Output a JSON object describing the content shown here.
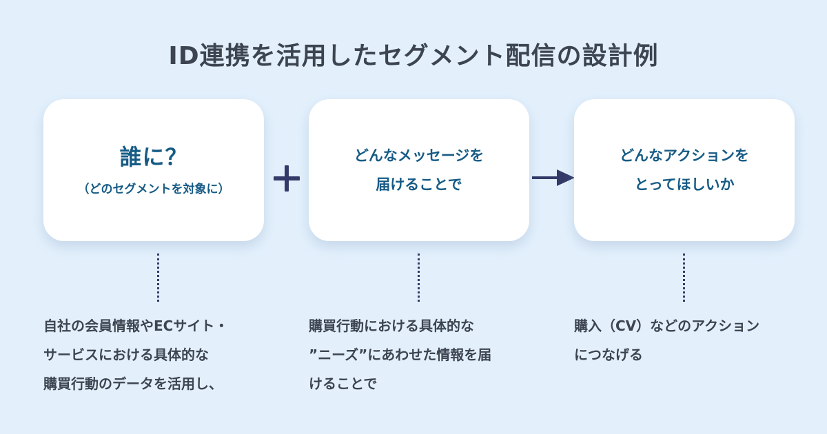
{
  "title": "ID連携を活用したセグメント配信の設計例",
  "cards": [
    {
      "heading": "誰に？",
      "sub": "（どのセグメントを対象に）"
    },
    {
      "lines": [
        "どんなメッセージを",
        "届けることで"
      ]
    },
    {
      "lines": [
        "どんなアクションを",
        "とってほしいか"
      ]
    }
  ],
  "connectors": {
    "first": "plus-icon",
    "second": "arrow-right-icon",
    "color": "#333a68"
  },
  "descriptions": [
    {
      "lines": [
        "自社の会員情報やECサイト・",
        "サービスにおける具体的な",
        "購買行動のデータを活用し、"
      ]
    },
    {
      "lines": [
        "購買行動における具体的な",
        "”ニーズ”にあわせた情報を届",
        "けることで"
      ]
    },
    {
      "lines": [
        "購入（CV）などのアクション",
        "につなげる"
      ]
    }
  ],
  "colors": {
    "background": "#e3f0fc",
    "card_text": "#165b85",
    "body_text": "#3d4451"
  }
}
